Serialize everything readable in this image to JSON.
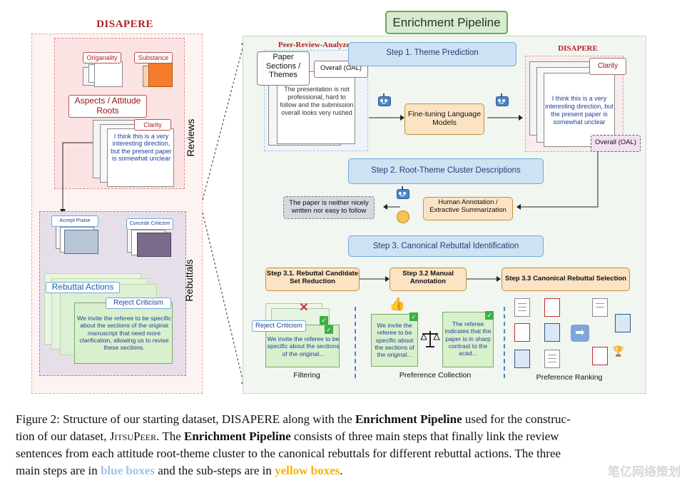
{
  "left_panel": {
    "title": "DISAPERE",
    "reviews_label": "Reviews",
    "rebuttals_label": "Rebuttals",
    "tag_originality": "Origanality",
    "tag_substance": "Substance",
    "aspects_label": "Aspects / Attitude Roots",
    "tag_clarity": "Clarity",
    "review_sentence": "I think this is a very interesting direction, but the present paper is somewhat unclear",
    "accept_praise": "Accept Praise",
    "concede_criticism": "Concede Criticism",
    "rebuttal_actions": "Rebuttal Actions",
    "reject_criticism": "Reject Criticism",
    "rebuttal_sentence": "We invite the referee to be specific about the sections of the original manuscript that need more clarification, allowing us to revise these sections."
  },
  "pipeline": {
    "title": "Enrichment Pipeline",
    "pra_title": "Peer-Review-Analyze",
    "paper_sections": "Paper Sections / Themes",
    "overall_oal": "Overall (OAL)",
    "pra_sentence": "The presentation is not professional, hard to follow and the submission overall looks very rushed",
    "step1": "Step 1. Theme Prediction",
    "finetuning": "Fine-tuning Language Models",
    "disapere_right": "DISAPERE",
    "clarity_right": "Clarity",
    "right_sentence": "I think this is a very interesting direction, but the present paper is somewhat unclear",
    "overall_right": "Overall (OAL)",
    "step2": "Step 2. Root-Theme Cluster Descriptions",
    "cluster_desc": "The paper is neither nicely written nor easy to follow",
    "human_annotation": "Human Annotation / Extractive Summarization",
    "step3": "Step 3. Canonical Rebuttal Identification",
    "step31": "Step 3.1. Rebuttal Candidate Set Reduction",
    "step32": "Step 3.2 Manual Annotation",
    "step33": "Step 3.3 Canonical Rebuttal Selection",
    "reject_criticism": "Reject Criticism",
    "filter_sentence": "We invite the referee to be specific about the sections of the original...",
    "filtering": "Filtering",
    "pref_left": "We invite the referee to be specific about the sections of the original...",
    "pref_right": "The referee indicates that the paper is in sharp contrast to the acad...",
    "preference_collection": "Preference Collection",
    "preference_ranking": "Preference Ranking"
  },
  "caption": {
    "line1_a": "Figure 2: Structure of our starting dataset, DISAPERE along with the ",
    "line1_b": "Enrichment Pipeline",
    "line1_c": " used for the construc-",
    "line2_a": "tion of our dataset, ",
    "line2_b": "JitsuPeer",
    "line2_c": ". The ",
    "line2_d": "Enrichment Pipeline",
    "line2_e": " consists of three main steps that finally link the review",
    "line3": "sentences from each attitude root-theme cluster to the canonical rebuttals for different rebuttal actions. The three",
    "line4_a": "main steps are in ",
    "line4_b": "blue boxes",
    "line4_c": " and the sub-steps are in ",
    "line4_d": "yellow boxes",
    "line4_e": "."
  },
  "watermark": "笔亿网络策划",
  "colors": {
    "blue_box": "#cfe2f3",
    "yellow_box": "#fbe3c4",
    "pipeline_title_bg": "#d9ead3",
    "caption_blue": "#9fc5e8",
    "caption_yellow": "#f4b400"
  }
}
